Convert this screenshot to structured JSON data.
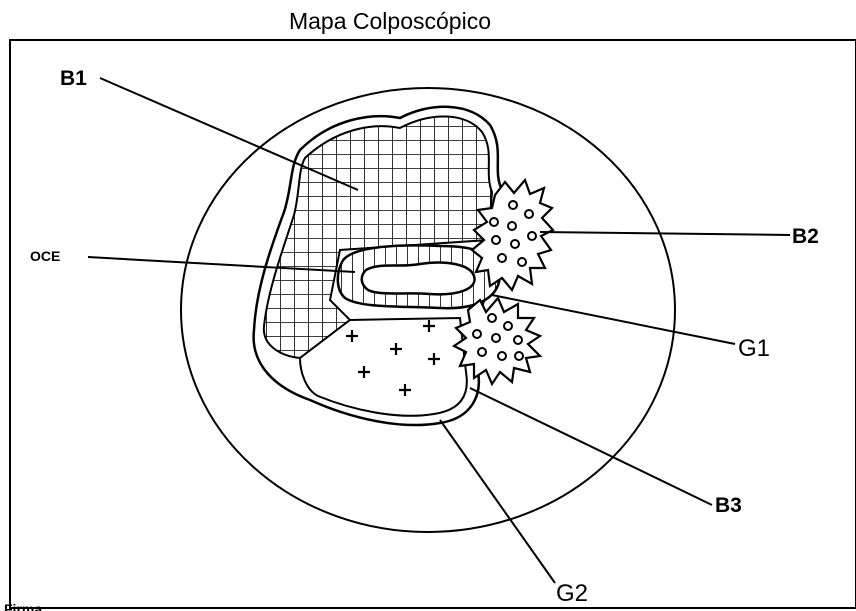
{
  "title": "Mapa Colposcópico",
  "labels": {
    "b1": "B1",
    "b2": "B2",
    "oce": "OCE",
    "g1": "G1",
    "b3": "B3",
    "g2": "G2"
  },
  "footer_fragment": "Firma:",
  "colors": {
    "ink": "#000000",
    "background": "#ffffff"
  }
}
